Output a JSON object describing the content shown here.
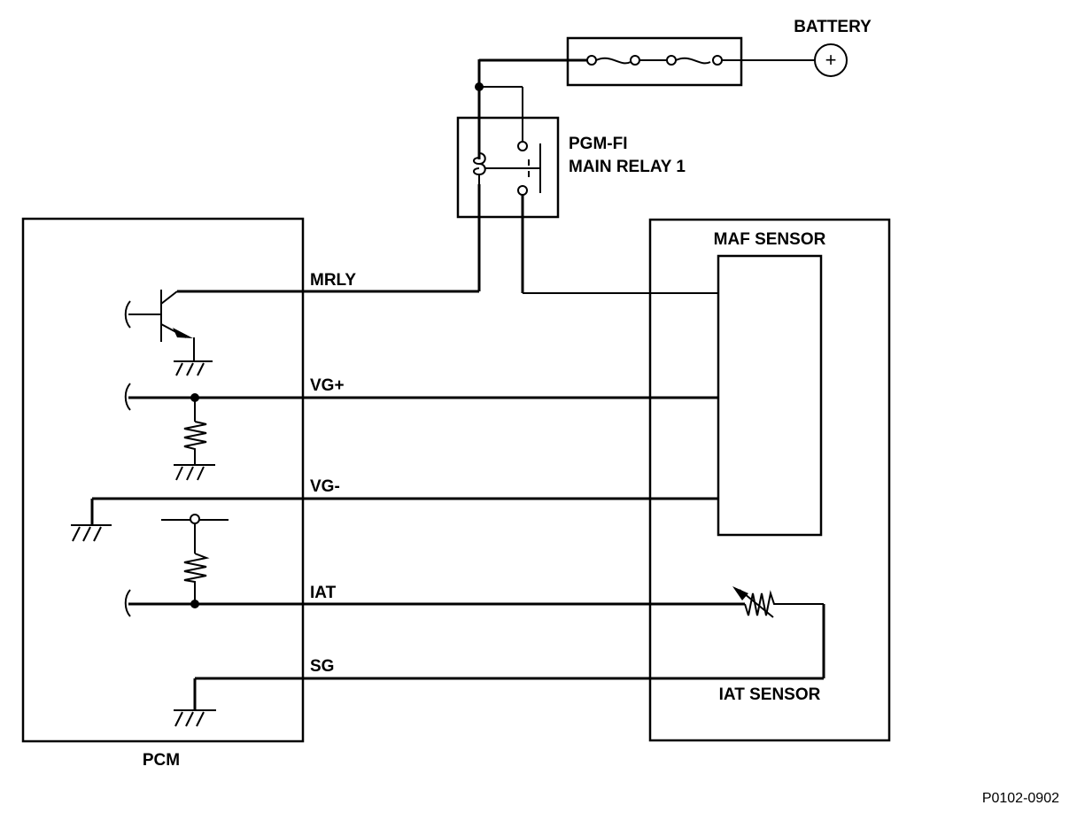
{
  "diagram": {
    "components": {
      "battery": "BATTERY",
      "relay_line1": "PGM-FI",
      "relay_line2": "MAIN RELAY 1",
      "pcm": "PCM",
      "maf_sensor": "MAF SENSOR",
      "iat_sensor": "IAT SENSOR"
    },
    "terminals": {
      "mrly": "MRLY",
      "vg_plus": "VG+",
      "vg_minus": "VG-",
      "iat": "IAT",
      "sg": "SG"
    },
    "figure_code": "P0102-0902",
    "battery_symbol": "+"
  }
}
